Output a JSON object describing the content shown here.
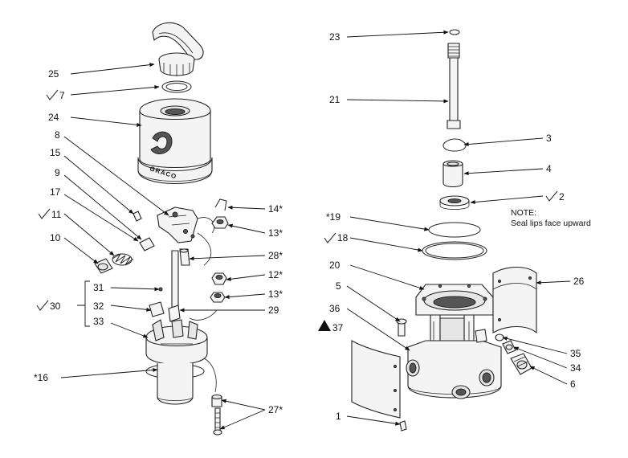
{
  "callouts": [
    {
      "id": "c25",
      "text": "25"
    },
    {
      "id": "c7",
      "text": "7"
    },
    {
      "id": "c24",
      "text": "24"
    },
    {
      "id": "c8",
      "text": "8"
    },
    {
      "id": "c15",
      "text": "15"
    },
    {
      "id": "c9",
      "text": "9"
    },
    {
      "id": "c17",
      "text": "17"
    },
    {
      "id": "c11",
      "text": "11"
    },
    {
      "id": "c10",
      "text": "10"
    },
    {
      "id": "c14",
      "text": "14*"
    },
    {
      "id": "c13a",
      "text": "13*"
    },
    {
      "id": "c28",
      "text": "28*"
    },
    {
      "id": "c12",
      "text": "12*"
    },
    {
      "id": "c13b",
      "text": "13*"
    },
    {
      "id": "c29",
      "text": "29"
    },
    {
      "id": "c31",
      "text": "31"
    },
    {
      "id": "c30",
      "text": "30"
    },
    {
      "id": "c32",
      "text": "32"
    },
    {
      "id": "c33",
      "text": "33"
    },
    {
      "id": "c16",
      "text": "*16"
    },
    {
      "id": "c27",
      "text": "27*"
    },
    {
      "id": "c23",
      "text": "23"
    },
    {
      "id": "c21",
      "text": "21"
    },
    {
      "id": "c3",
      "text": "3"
    },
    {
      "id": "c4",
      "text": "4"
    },
    {
      "id": "c2",
      "text": "2"
    },
    {
      "id": "c19",
      "text": "*19"
    },
    {
      "id": "c18",
      "text": "18"
    },
    {
      "id": "c20",
      "text": "20"
    },
    {
      "id": "c26",
      "text": "26"
    },
    {
      "id": "c5",
      "text": "5"
    },
    {
      "id": "c36",
      "text": "36"
    },
    {
      "id": "c37",
      "text": "37"
    },
    {
      "id": "c35",
      "text": "35"
    },
    {
      "id": "c34",
      "text": "34"
    },
    {
      "id": "c6",
      "text": "6"
    },
    {
      "id": "c1",
      "text": "1"
    }
  ],
  "note": {
    "title": "NOTE:",
    "body": "Seal lips face upward"
  },
  "logo_text": "GRACO"
}
